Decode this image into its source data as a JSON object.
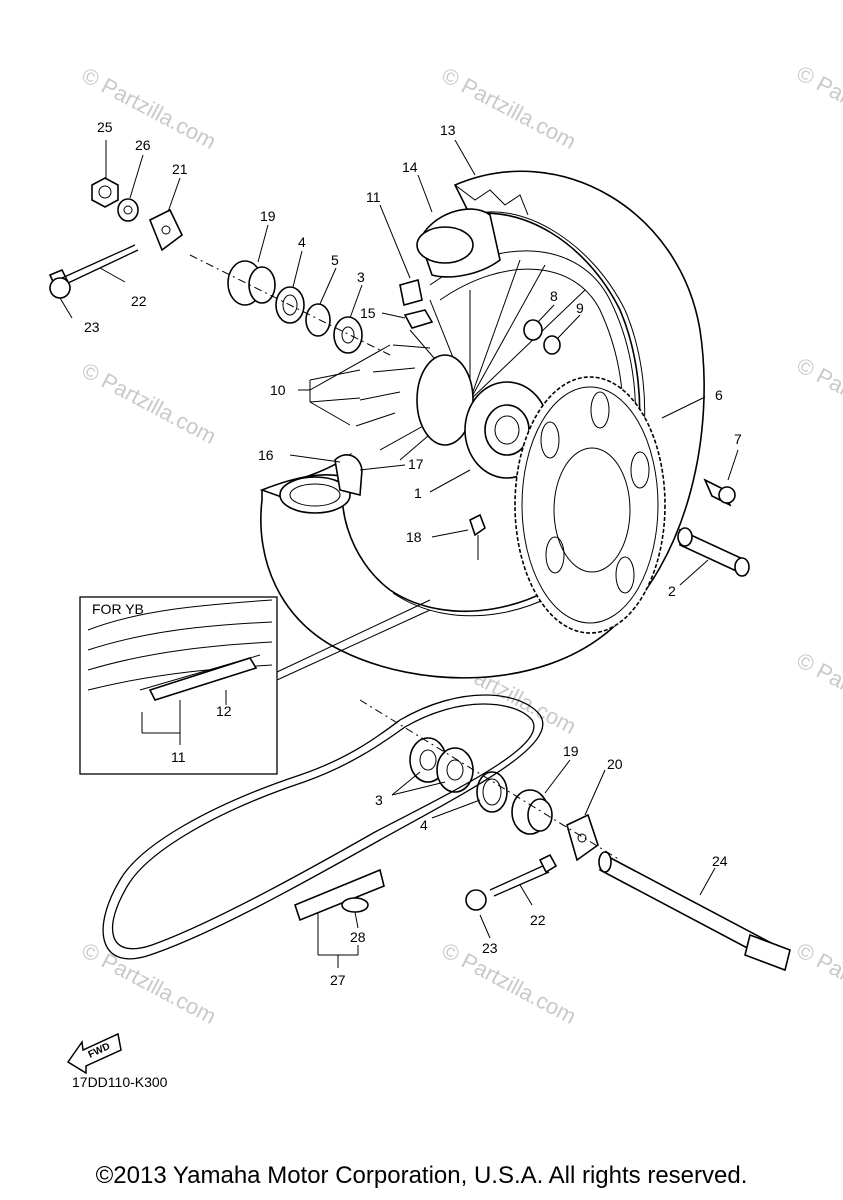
{
  "diagram_code": "17DD110-K300",
  "copyright": "©2013 Yamaha Motor Corporation, U.S.A. All rights reserved.",
  "watermark": "© Partzilla.com",
  "inset_label": "FOR YB",
  "fwd_label": "FWD",
  "callouts": {
    "c1": "1",
    "c2": "2",
    "c3a": "3",
    "c3b": "3",
    "c4a": "4",
    "c4b": "4",
    "c5": "5",
    "c6": "6",
    "c7": "7",
    "c8": "8",
    "c9": "9",
    "c10": "10",
    "c11a": "11",
    "c11b": "11",
    "c12": "12",
    "c13": "13",
    "c14": "14",
    "c15": "15",
    "c16": "16",
    "c17": "17",
    "c18": "18",
    "c19a": "19",
    "c19b": "19",
    "c20": "20",
    "c21": "21",
    "c22a": "22",
    "c22b": "22",
    "c23a": "23",
    "c23b": "23",
    "c24": "24",
    "c25": "25",
    "c26": "26",
    "c27": "27",
    "c28": "28"
  }
}
